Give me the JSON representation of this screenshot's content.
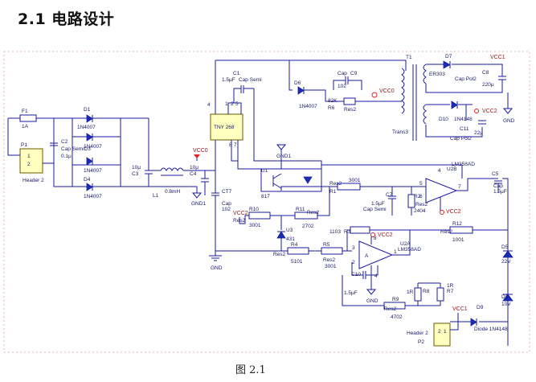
{
  "page": {
    "title": "2.1 电路设计",
    "caption": "图 2.1"
  },
  "components": {
    "F1": [
      "F1",
      "1A"
    ],
    "P1": [
      "P1",
      "1",
      "2",
      "Header 2"
    ],
    "C2": [
      "C2",
      "Cap SemiD3",
      "0.1μ"
    ],
    "D1": [
      "D1",
      "1N4007"
    ],
    "D2": [
      "1N4007"
    ],
    "D3": [
      "1N4007"
    ],
    "D4": [
      "D4",
      "1N4007"
    ],
    "C3": [
      "10μ",
      "C3"
    ],
    "L1": [
      "L1",
      "0.8mH"
    ],
    "C4": [
      "10μ",
      "C4"
    ],
    "GND1": [
      "GND1"
    ],
    "VCC0a": [
      "VCC0"
    ],
    "CT7": [
      "CT7",
      "Cap",
      "102"
    ],
    "TNY": [
      "TNY 268",
      "4",
      "1",
      "2",
      "5",
      "8",
      "7"
    ],
    "C1": [
      "C1",
      "1.5μF",
      "Cap Semi"
    ],
    "D6": [
      "D6",
      "1N4007"
    ],
    "R6": [
      "82K",
      "R6"
    ],
    "C9": [
      "Cap",
      "102",
      "C9",
      "Res2"
    ],
    "VCC0b": [
      "VCC0"
    ],
    "T1": [
      "T1",
      "Trans3"
    ],
    "D7": [
      "D7",
      "ER303"
    ],
    "C8": [
      "C8",
      "Cap Pol2",
      "220μ"
    ],
    "VCC1a": [
      "VCC1"
    ],
    "GNDr": [
      "GND"
    ],
    "D10": [
      "D10",
      "1N4148"
    ],
    "VCC2a": [
      "VCC2"
    ],
    "C11": [
      "C11",
      "22μ",
      "Cap Pol2"
    ],
    "GND1b": [
      "GND1"
    ],
    "U1": [
      "U1",
      "817"
    ],
    "R1": [
      "Res2",
      "R1",
      "3001"
    ],
    "C7": [
      "C7",
      "1.5μF",
      "Cap Semi"
    ],
    "R2": [
      "R2",
      "Res2",
      "2404"
    ],
    "U2B": [
      "4",
      "U2B",
      "LM358AD",
      "5",
      "6",
      "7"
    ],
    "VCC2b": [
      "VCC2"
    ],
    "C5": [
      "C5",
      "Cap",
      "1.5μF"
    ],
    "VCC2c": [
      "VCC2"
    ],
    "R10": [
      "Res2",
      "R10",
      "3001"
    ],
    "R11": [
      "R11",
      "Res2",
      "2702"
    ],
    "U3": [
      "U3",
      "431"
    ],
    "R12": [
      "R12",
      "Res2",
      "1001"
    ],
    "R3": [
      "1103",
      "R3"
    ],
    "VCC2d": [
      "VCC2"
    ],
    "U2A": [
      "U2A",
      "LM358AD",
      "A",
      "8",
      "3",
      "2",
      "1",
      "4"
    ],
    "R4": [
      "R4",
      "Res2",
      "5101"
    ],
    "R5": [
      "R5",
      "Res2",
      "3001"
    ],
    "C10": [
      "C10",
      "1.5μF"
    ],
    "GNDm": [
      "GND"
    ],
    "GNDl": [
      "GND"
    ],
    "R8": [
      "1R",
      "R8"
    ],
    "R7": [
      "1R",
      "R7"
    ],
    "R9": [
      "R9",
      "Res2",
      "4702"
    ],
    "D5": [
      "D5",
      "22V"
    ],
    "D8": [
      "D8",
      "10V"
    ],
    "VCC1b": [
      "VCC1"
    ],
    "D9": [
      "D9",
      "Diode 1N4148"
    ],
    "P2": [
      "Header 2",
      "P2",
      "2",
      "1"
    ]
  }
}
